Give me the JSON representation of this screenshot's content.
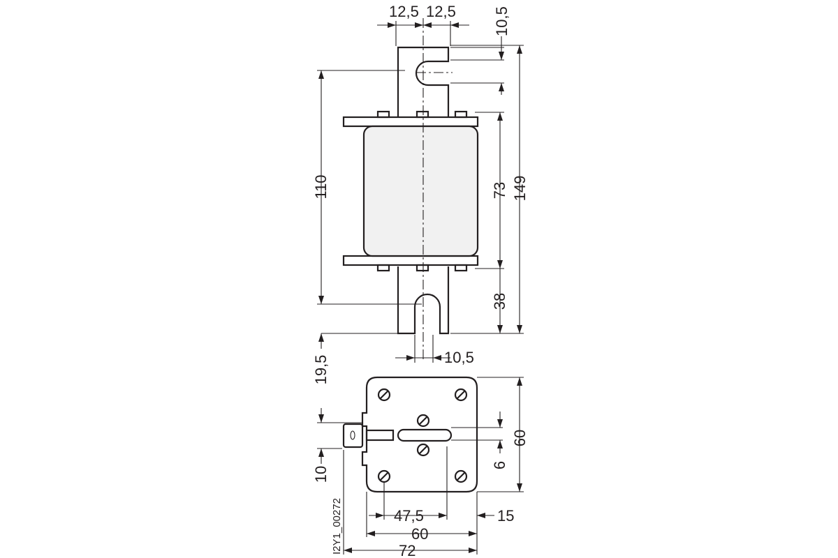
{
  "dimensions": {
    "top_left_width": "12,5",
    "top_right_width": "12,5",
    "top_slot_offset": "10,5",
    "contact_span": "110",
    "body_height": "73",
    "overall_height": "149",
    "blade_length": "38",
    "bottom_slot_width": "10,5",
    "gap_to_bottom_view": "19,5",
    "ring_offset": "10",
    "slot_offset": "6",
    "bottom_view_height": "60",
    "hole_spacing": "47,5",
    "side_margin": "15",
    "body_width": "60",
    "overall_width": "72"
  },
  "drawing_code": "I2Y1_00272",
  "colors": {
    "line": "#231f20",
    "body_fill": "#f1f1f1",
    "background": "#ffffff"
  }
}
